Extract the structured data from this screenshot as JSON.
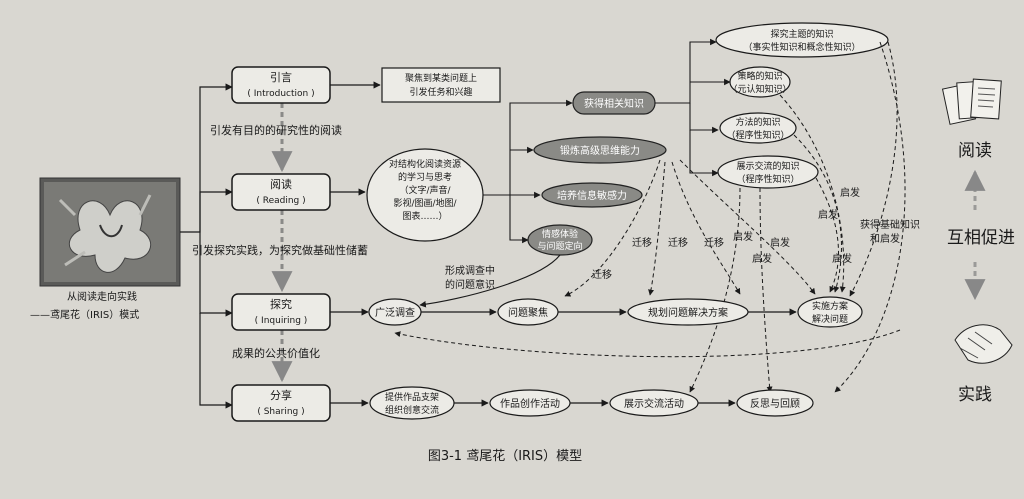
{
  "stages": [
    {
      "cn": "引言",
      "en": "( Introduction )"
    },
    {
      "cn": "阅读",
      "en": "( Reading )"
    },
    {
      "cn": "探究",
      "en": "( Inquiring )"
    },
    {
      "cn": "分享",
      "en": "( Sharing )"
    }
  ],
  "transitions": [
    "引发有目的的研究性的阅读",
    "引发探究实践，为探究做基础性储蓄",
    "成果的公共价值化"
  ],
  "left_caption": {
    "line1": "从阅读走向实践",
    "line2": "——鸢尾花（IRIS）模式"
  },
  "intro_box": {
    "line1": "聚焦到某类问题上",
    "line2": "引发任务和兴趣"
  },
  "reading_ellipse": {
    "line1": "对结构化阅读资源",
    "line2": "的学习与思考",
    "line3": "（文字/声音/",
    "line4": "影视/图画/地图/",
    "line5": "图表……）"
  },
  "mid_nodes": {
    "acquire": "获得相关知识",
    "thinking": "锻炼高级思维能力",
    "info": "培养信息敏感力",
    "emotion_l1": "情感体验",
    "emotion_l2": "与问题定向"
  },
  "knowledge": {
    "theme_l1": "探究主题的知识",
    "theme_l2": "（事实性知识和概念性知识）",
    "strategy_l1": "策略的知识",
    "strategy_l2": "（元认知知识）",
    "method_l1": "方法的知识",
    "method_l2": "（程序性知识）",
    "display_l1": "展示交流的知识",
    "display_l2": "（程序性知识）"
  },
  "inquiry_row": {
    "survey": "广泛调查",
    "focus": "问题聚焦",
    "plan": "规划问题解决方案",
    "impl_l1": "实施方案",
    "impl_l2": "解决问题"
  },
  "sharing_row": {
    "provide_l1": "提供作品支架",
    "provide_l2": "组织创意交流",
    "create": "作品创作活动",
    "show": "展示交流活动",
    "reflect": "反思与回顾"
  },
  "edge_labels": {
    "migrate": "迁移",
    "inspire": "启发",
    "basic_l1": "获得基础知识",
    "basic_l2": "和启发",
    "survey_l1": "形成调查中",
    "survey_l2": "的问题意识"
  },
  "right": {
    "read": "阅读",
    "mutual": "互相促进",
    "practice": "实践"
  },
  "caption": "图3-1   鸢尾花（IRIS）模型"
}
